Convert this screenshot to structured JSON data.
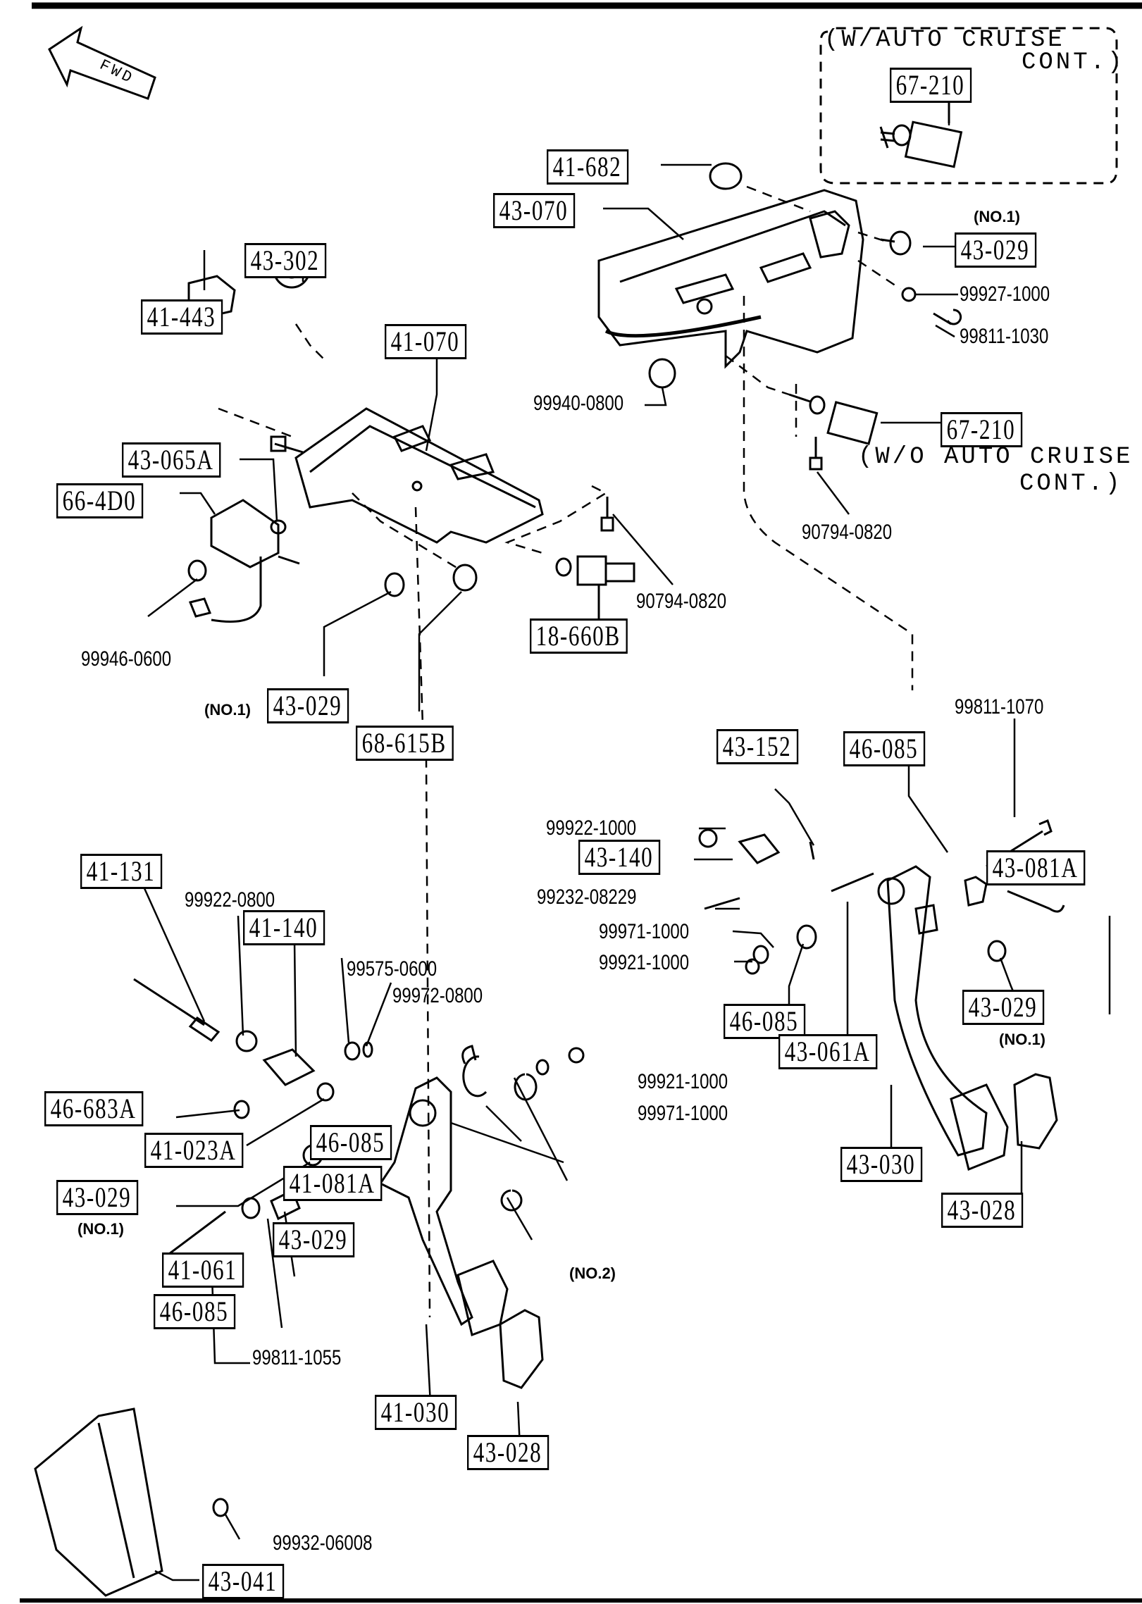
{
  "diagram": {
    "direction_indicator": "FWD",
    "cruise_notes": {
      "with": [
        "(W/AUTO CRUISE",
        "CONT.)"
      ],
      "without": [
        "(W/O AUTO CRUISE",
        "CONT.)"
      ]
    },
    "boxed_parts": {
      "p67_210_top": "67-210",
      "p41_682": "41-682",
      "p43_070": "43-070",
      "p43_029_top": "43-029",
      "p43_302": "43-302",
      "p41_443": "41-443",
      "p41_070": "41-070",
      "p43_065a": "43-065A",
      "p66_4d0": "66-4D0",
      "p67_210_mid": "67-210",
      "p18_660b": "18-660B",
      "p43_029_left": "43-029",
      "p68_615b": "68-615B",
      "p43_152": "43-152",
      "p46_085_a": "46-085",
      "p43_140": "43-140",
      "p43_081a": "43-081A",
      "p43_029_right": "43-029",
      "p46_085_b": "46-085",
      "p43_061a": "43-061A",
      "p43_030": "43-030",
      "p43_028_right": "43-028",
      "p41_131": "41-131",
      "p41_140": "41-140",
      "p46_683a": "46-683A",
      "p41_023a": "41-023A",
      "p43_029_lower": "43-029",
      "p46_085_c": "46-085",
      "p41_081a": "41-081A",
      "p43_029_no2": "43-029",
      "p41_061": "41-061",
      "p46_085_d": "46-085",
      "p41_030": "41-030",
      "p43_028_left": "43-028",
      "p43_041": "43-041"
    },
    "hardware_numbers": {
      "n99927_1000": "99927-1000",
      "n99811_1030": "99811-1030",
      "n99940_0800": "99940-0800",
      "n90794_0820_right": "90794-0820",
      "n90794_0820_mid": "90794-0820",
      "n99946_0600": "99946-0600",
      "n99811_1070": "99811-1070",
      "n99922_1000": "99922-1000",
      "n99232_08229": "99232-08229",
      "n99971_1000_a": "99971-1000",
      "n99921_1000_a": "99921-1000",
      "n99922_0800": "99922-0800",
      "n99575_0600": "99575-0600",
      "n99972_0800": "99972-0800",
      "n99921_1000_b": "99921-1000",
      "n99971_1000_b": "99971-1000",
      "n99811_1055": "99811-1055",
      "n99932_06008": "99932-06008"
    },
    "notes": {
      "no1_top": "(NO.1)",
      "no1_left": "(NO.1)",
      "no1_right": "(NO.1)",
      "no1_lower": "(NO.1)",
      "no2": "(NO.2)"
    }
  }
}
